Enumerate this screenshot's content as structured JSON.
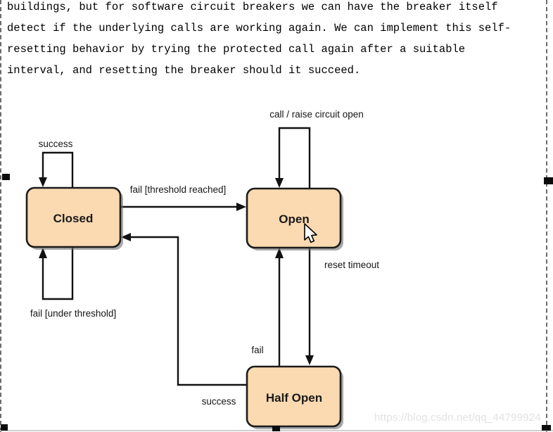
{
  "paragraph": {
    "lines": [
      "buildings, but for software circuit breakers we can have the breaker itself",
      "detect if the underlying calls are working again. We can implement this self-",
      "resetting behavior by trying the protected call again after a suitable",
      "interval, and resetting the breaker should it succeed."
    ]
  },
  "diagram": {
    "type": "state-machine",
    "states": [
      {
        "id": "closed",
        "label": "Closed"
      },
      {
        "id": "open",
        "label": "Open"
      },
      {
        "id": "half_open",
        "label": "Half Open"
      }
    ],
    "edges": {
      "success_top": "success",
      "call_raise": "call / raise circuit open",
      "fail_threshold": "fail [threshold reached]",
      "fail_under": "fail [under threshold]",
      "reset_timeout": "reset timeout",
      "fail": "fail",
      "success_bottom": "success"
    },
    "colors": {
      "state_fill": "#fbd9b1",
      "state_border": "#1b1b1b",
      "line": "#111111",
      "shadow": "#6e6e6e"
    }
  },
  "watermark": {
    "text": "https://blog.csdn.net/qq_44799924",
    "color": "#e2e2e2"
  }
}
